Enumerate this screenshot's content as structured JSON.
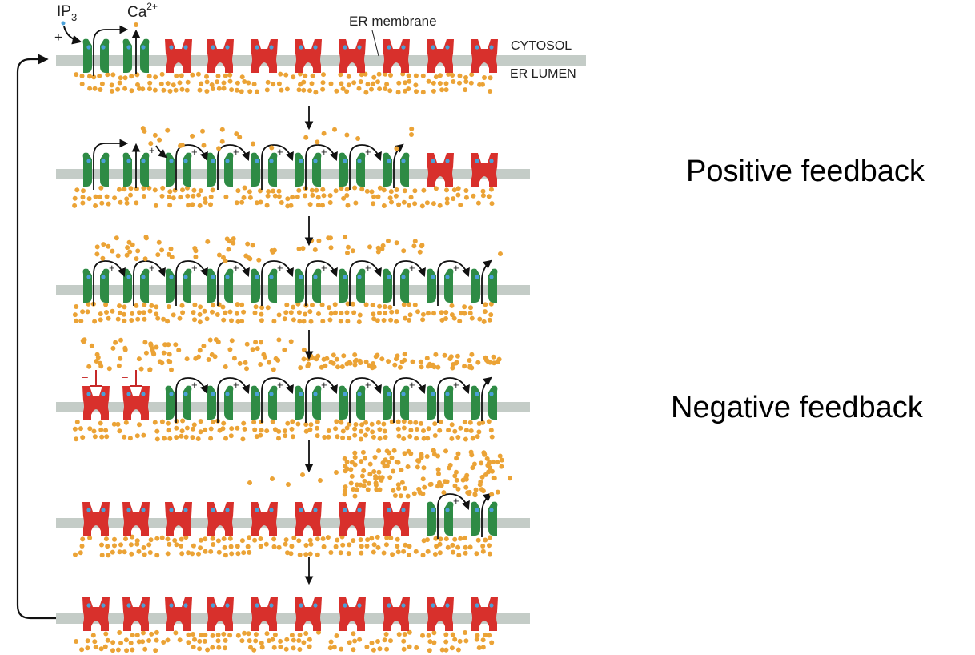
{
  "labels": {
    "ip3": "IP",
    "ip3_sub": "3",
    "ca": "Ca",
    "ca_sup": "2+",
    "er_membrane": "ER membrane",
    "cytosol": "CYTOSOL",
    "er_lumen": "ER LUMEN",
    "plus": "+",
    "minus": "–",
    "positive_feedback": "Positive feedback",
    "negative_feedback": "Negative feedback"
  },
  "colors": {
    "membrane": "#c4ccc7",
    "open_channel": "#2e8b45",
    "closed_channel": "#d8302c",
    "calcium": "#eba336",
    "ip3_dot": "#4aa0d8",
    "arrow": "#111111",
    "inhibition": "#c62828"
  },
  "stages": [
    {
      "channels": [
        "open",
        "open",
        "closed",
        "closed",
        "closed",
        "closed",
        "closed",
        "closed",
        "closed",
        "closed"
      ],
      "cytosol_calcium": "low",
      "release_arrows": 2,
      "feedback_arrows": 0,
      "inhibited": 0
    },
    {
      "channels": [
        "open",
        "open",
        "open",
        "open",
        "open",
        "open",
        "open",
        "open",
        "closed",
        "closed"
      ],
      "cytosol_calcium": "rising",
      "release_arrows": 8,
      "feedback_arrows": 6,
      "inhibited": 0
    },
    {
      "channels": [
        "open",
        "open",
        "open",
        "open",
        "open",
        "open",
        "open",
        "open",
        "open",
        "open"
      ],
      "cytosol_calcium": "high",
      "release_arrows": 10,
      "feedback_arrows": 9,
      "inhibited": 0
    },
    {
      "channels": [
        "closed",
        "closed",
        "open",
        "open",
        "open",
        "open",
        "open",
        "open",
        "open",
        "open"
      ],
      "cytosol_calcium": "very high left",
      "release_arrows": 8,
      "feedback_arrows": 7,
      "inhibited": 2
    },
    {
      "channels": [
        "closed",
        "closed",
        "closed",
        "closed",
        "closed",
        "closed",
        "closed",
        "closed",
        "open",
        "open"
      ],
      "cytosol_calcium": "high right",
      "release_arrows": 2,
      "feedback_arrows": 1,
      "inhibited": 0
    },
    {
      "channels": [
        "closed",
        "closed",
        "closed",
        "closed",
        "closed",
        "closed",
        "closed",
        "closed",
        "closed",
        "closed"
      ],
      "cytosol_calcium": "low",
      "release_arrows": 0,
      "feedback_arrows": 0,
      "inhibited": 0
    }
  ]
}
